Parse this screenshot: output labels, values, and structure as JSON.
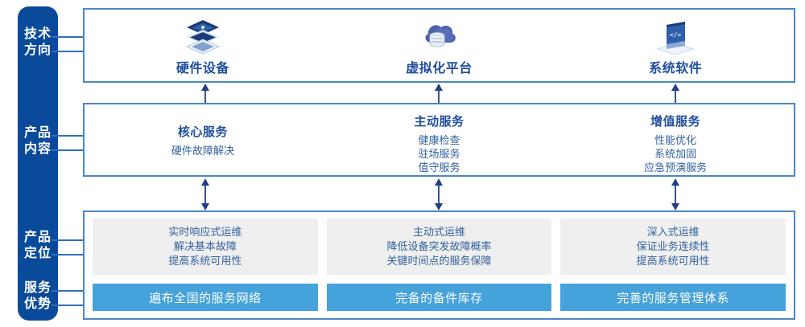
{
  "sidebar": {
    "items": [
      {
        "name": "tech-direction",
        "line1": "技术",
        "line2": "方向"
      },
      {
        "name": "product-content",
        "line1": "产品",
        "line2": "内容"
      },
      {
        "name": "product-position",
        "line1": "产品",
        "line2": "定位"
      },
      {
        "name": "service-advantage",
        "line1": "服务",
        "line2": "优势"
      }
    ]
  },
  "tech_direction": {
    "columns": [
      {
        "icon": "server-stack-icon",
        "label": "硬件设备"
      },
      {
        "icon": "cloud-database-icon",
        "label": "虚拟化平台"
      },
      {
        "icon": "code-laptop-icon",
        "label": "系统软件"
      }
    ]
  },
  "product_content": {
    "columns": [
      {
        "title": "核心服务",
        "items": [
          "硬件故障解决"
        ]
      },
      {
        "title": "主动服务",
        "items": [
          "健康检查",
          "驻场服务",
          "值守服务"
        ]
      },
      {
        "title": "增值服务",
        "items": [
          "性能优化",
          "系统加固",
          "应急预演服务"
        ]
      }
    ]
  },
  "product_position": {
    "columns": [
      {
        "items": [
          "实时响应式运维",
          "解决基本故障",
          "提高系统可用性"
        ]
      },
      {
        "items": [
          "主动式运维",
          "降低设备突发故障概率",
          "关键时间点的服务保障"
        ]
      },
      {
        "items": [
          "深入式运维",
          "保证业务连续性",
          "提高系统可用性"
        ]
      }
    ]
  },
  "service_advantage": {
    "bars": [
      "遍布全国的服务网络",
      "完备的备件库存",
      "完善的服务管理体系"
    ]
  },
  "colors": {
    "sidebar": "#0a4a9b",
    "box_border": "#4a86c8",
    "title_blue": "#1f4e9c",
    "text_blue": "#31619e",
    "bar_blue": "#45a2da",
    "card_grey": "#efefef",
    "arrow": "#1f3f86"
  }
}
